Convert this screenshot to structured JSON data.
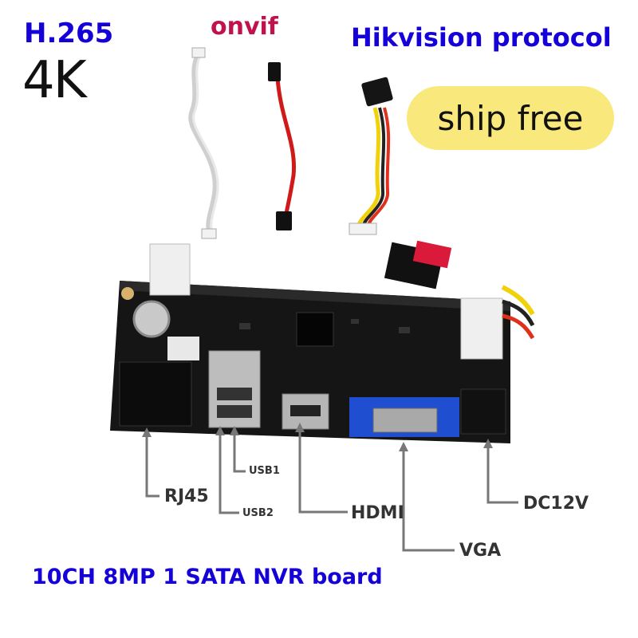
{
  "header": {
    "codec": "H.265",
    "resolution": "4K",
    "protocol_onvif": "onvif",
    "protocol_hik": "Hikvision protocol",
    "badge": "ship free"
  },
  "ports": {
    "rj45": "RJ45",
    "usb1": "USB1",
    "usb2": "USB2",
    "hdmi": "HDMI",
    "vga": "VGA",
    "dc": "DC12V"
  },
  "product_title": "10CH 8MP 1 SATA NVR board",
  "colors": {
    "blue_text": "#1500d8",
    "onvif_text": "#c0124c",
    "badge_bg": "#f9e97c",
    "board": "#151515",
    "vga_port": "#1f4fd0"
  }
}
